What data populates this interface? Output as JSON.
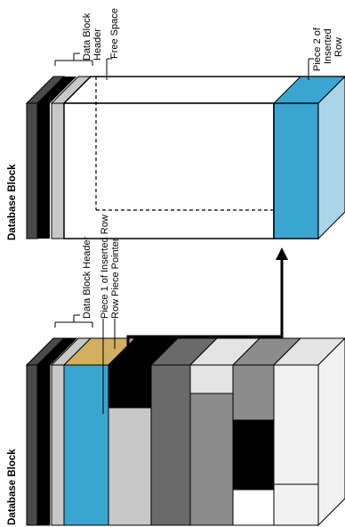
{
  "labels": {
    "database_block_top": "Database Block",
    "database_block_bottom": "Database Block",
    "data_block_header_top": [
      "Data Block",
      "Header"
    ],
    "free_space": "Free Space",
    "piece2": [
      "Piece 2 of",
      "Inserted",
      "Row"
    ],
    "data_block_header_bottom": "Data Block Header",
    "piece1": "Piece 1 of Inserted Row",
    "row_piece_pointer": "Row Piece Pointer"
  },
  "colors": {
    "row_piece_blue": "#3aa6d0",
    "row_piece_blue_light": "#acd4e8",
    "pointer_tan": "#d2ae5f",
    "header_black": "#000000",
    "header_dark": "#4a4a4a",
    "header_light": "#c8c8c8"
  }
}
